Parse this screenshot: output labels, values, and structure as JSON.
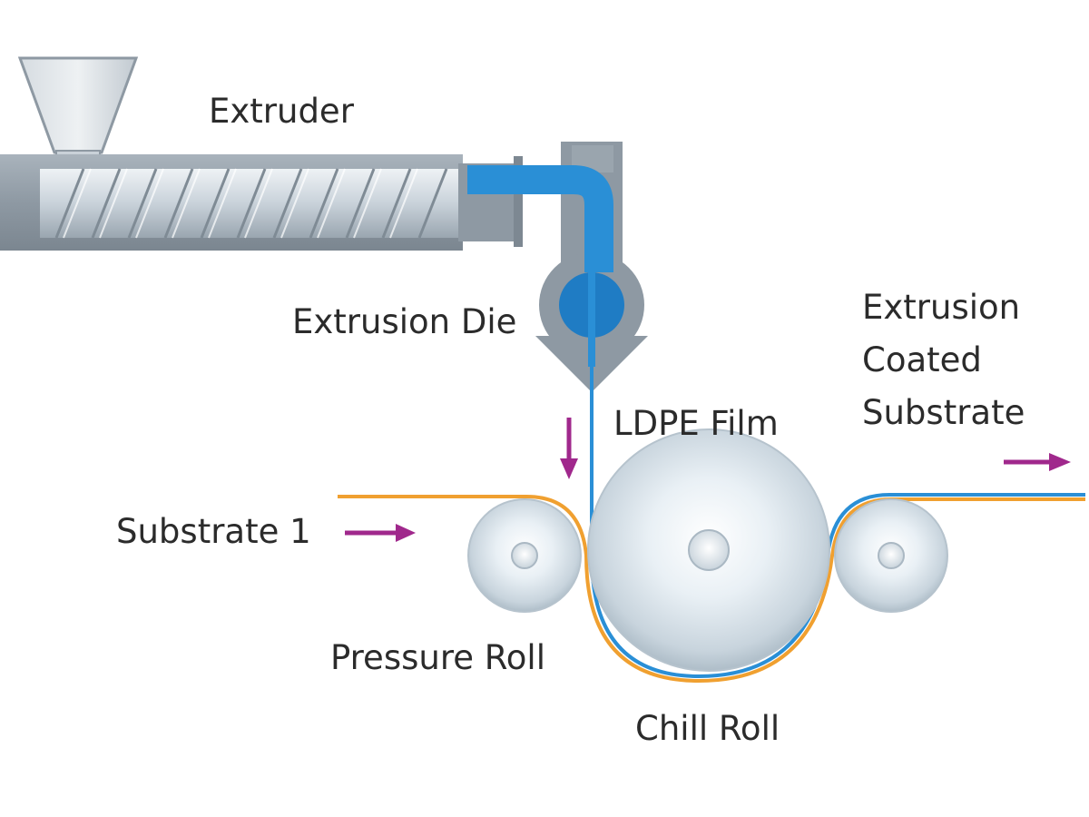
{
  "labels": {
    "extruder": "Extruder",
    "extrusion_die": "Extrusion Die",
    "ldpe_film": "LDPE Film",
    "extrusion_coated_substrate": [
      "Extrusion",
      "Coated",
      "Substrate"
    ],
    "substrate_1": "Substrate 1",
    "pressure_roll": "Pressure Roll",
    "chill_roll": "Chill Roll"
  },
  "colors": {
    "melt_blue": "#2a8fd6",
    "substrate_orange": "#f0a030",
    "arrow_magenta": "#a0288c",
    "machine_gray": "#8f9aa4",
    "roll_light": "#dfe8ef"
  }
}
